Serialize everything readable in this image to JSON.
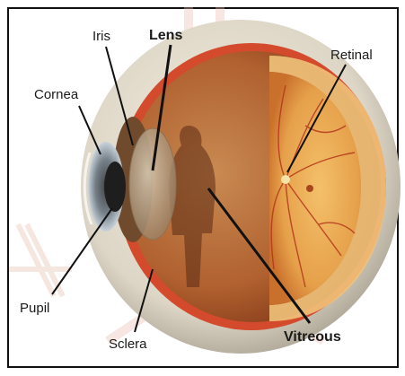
{
  "labels": {
    "iris": "Iris",
    "lens": "Lens",
    "retinal": "Retinal",
    "cornea": "Cornea",
    "pupil": "Pupil",
    "sclera": "Sclera",
    "vitreous": "Vitreous"
  },
  "colors": {
    "frame": "#111111",
    "sclera_outer": "#ddd6c6",
    "choroid": "#d34a2c",
    "vitreous_interior": "#b86a3a",
    "retina": "#e9a44c",
    "leader_line": "#111111",
    "watermark": "#e8b8a8"
  }
}
